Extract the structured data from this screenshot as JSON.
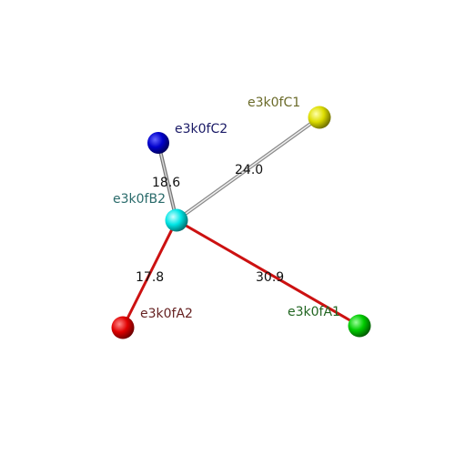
{
  "atoms": [
    {
      "id": "B2",
      "label": "e3k0fB2",
      "color": "#00e5e5",
      "label_color": "#2a6b6b"
    },
    {
      "id": "C2",
      "label": "e3k0fC2",
      "color": "#0000cc",
      "label_color": "#1a1a66"
    },
    {
      "id": "C1",
      "label": "e3k0fC1",
      "color": "#dddd00",
      "label_color": "#6b6b2a"
    },
    {
      "id": "A2",
      "label": "e3k0fA2",
      "color": "#e00000",
      "label_color": "#662222"
    },
    {
      "id": "A1",
      "label": "e3k0fA1",
      "color": "#00cc00",
      "label_color": "#226622"
    }
  ],
  "bonds": [
    {
      "from": "B2",
      "to": "C2",
      "distance": "18.6",
      "color": "#a6a6a6"
    },
    {
      "from": "B2",
      "to": "C1",
      "distance": "24.0",
      "color": "#b4b4b4"
    },
    {
      "from": "B2",
      "to": "A2",
      "distance": "17.8",
      "color": "#cc1111"
    },
    {
      "from": "B2",
      "to": "A1",
      "distance": "30.9",
      "color": "#cc1111"
    }
  ]
}
